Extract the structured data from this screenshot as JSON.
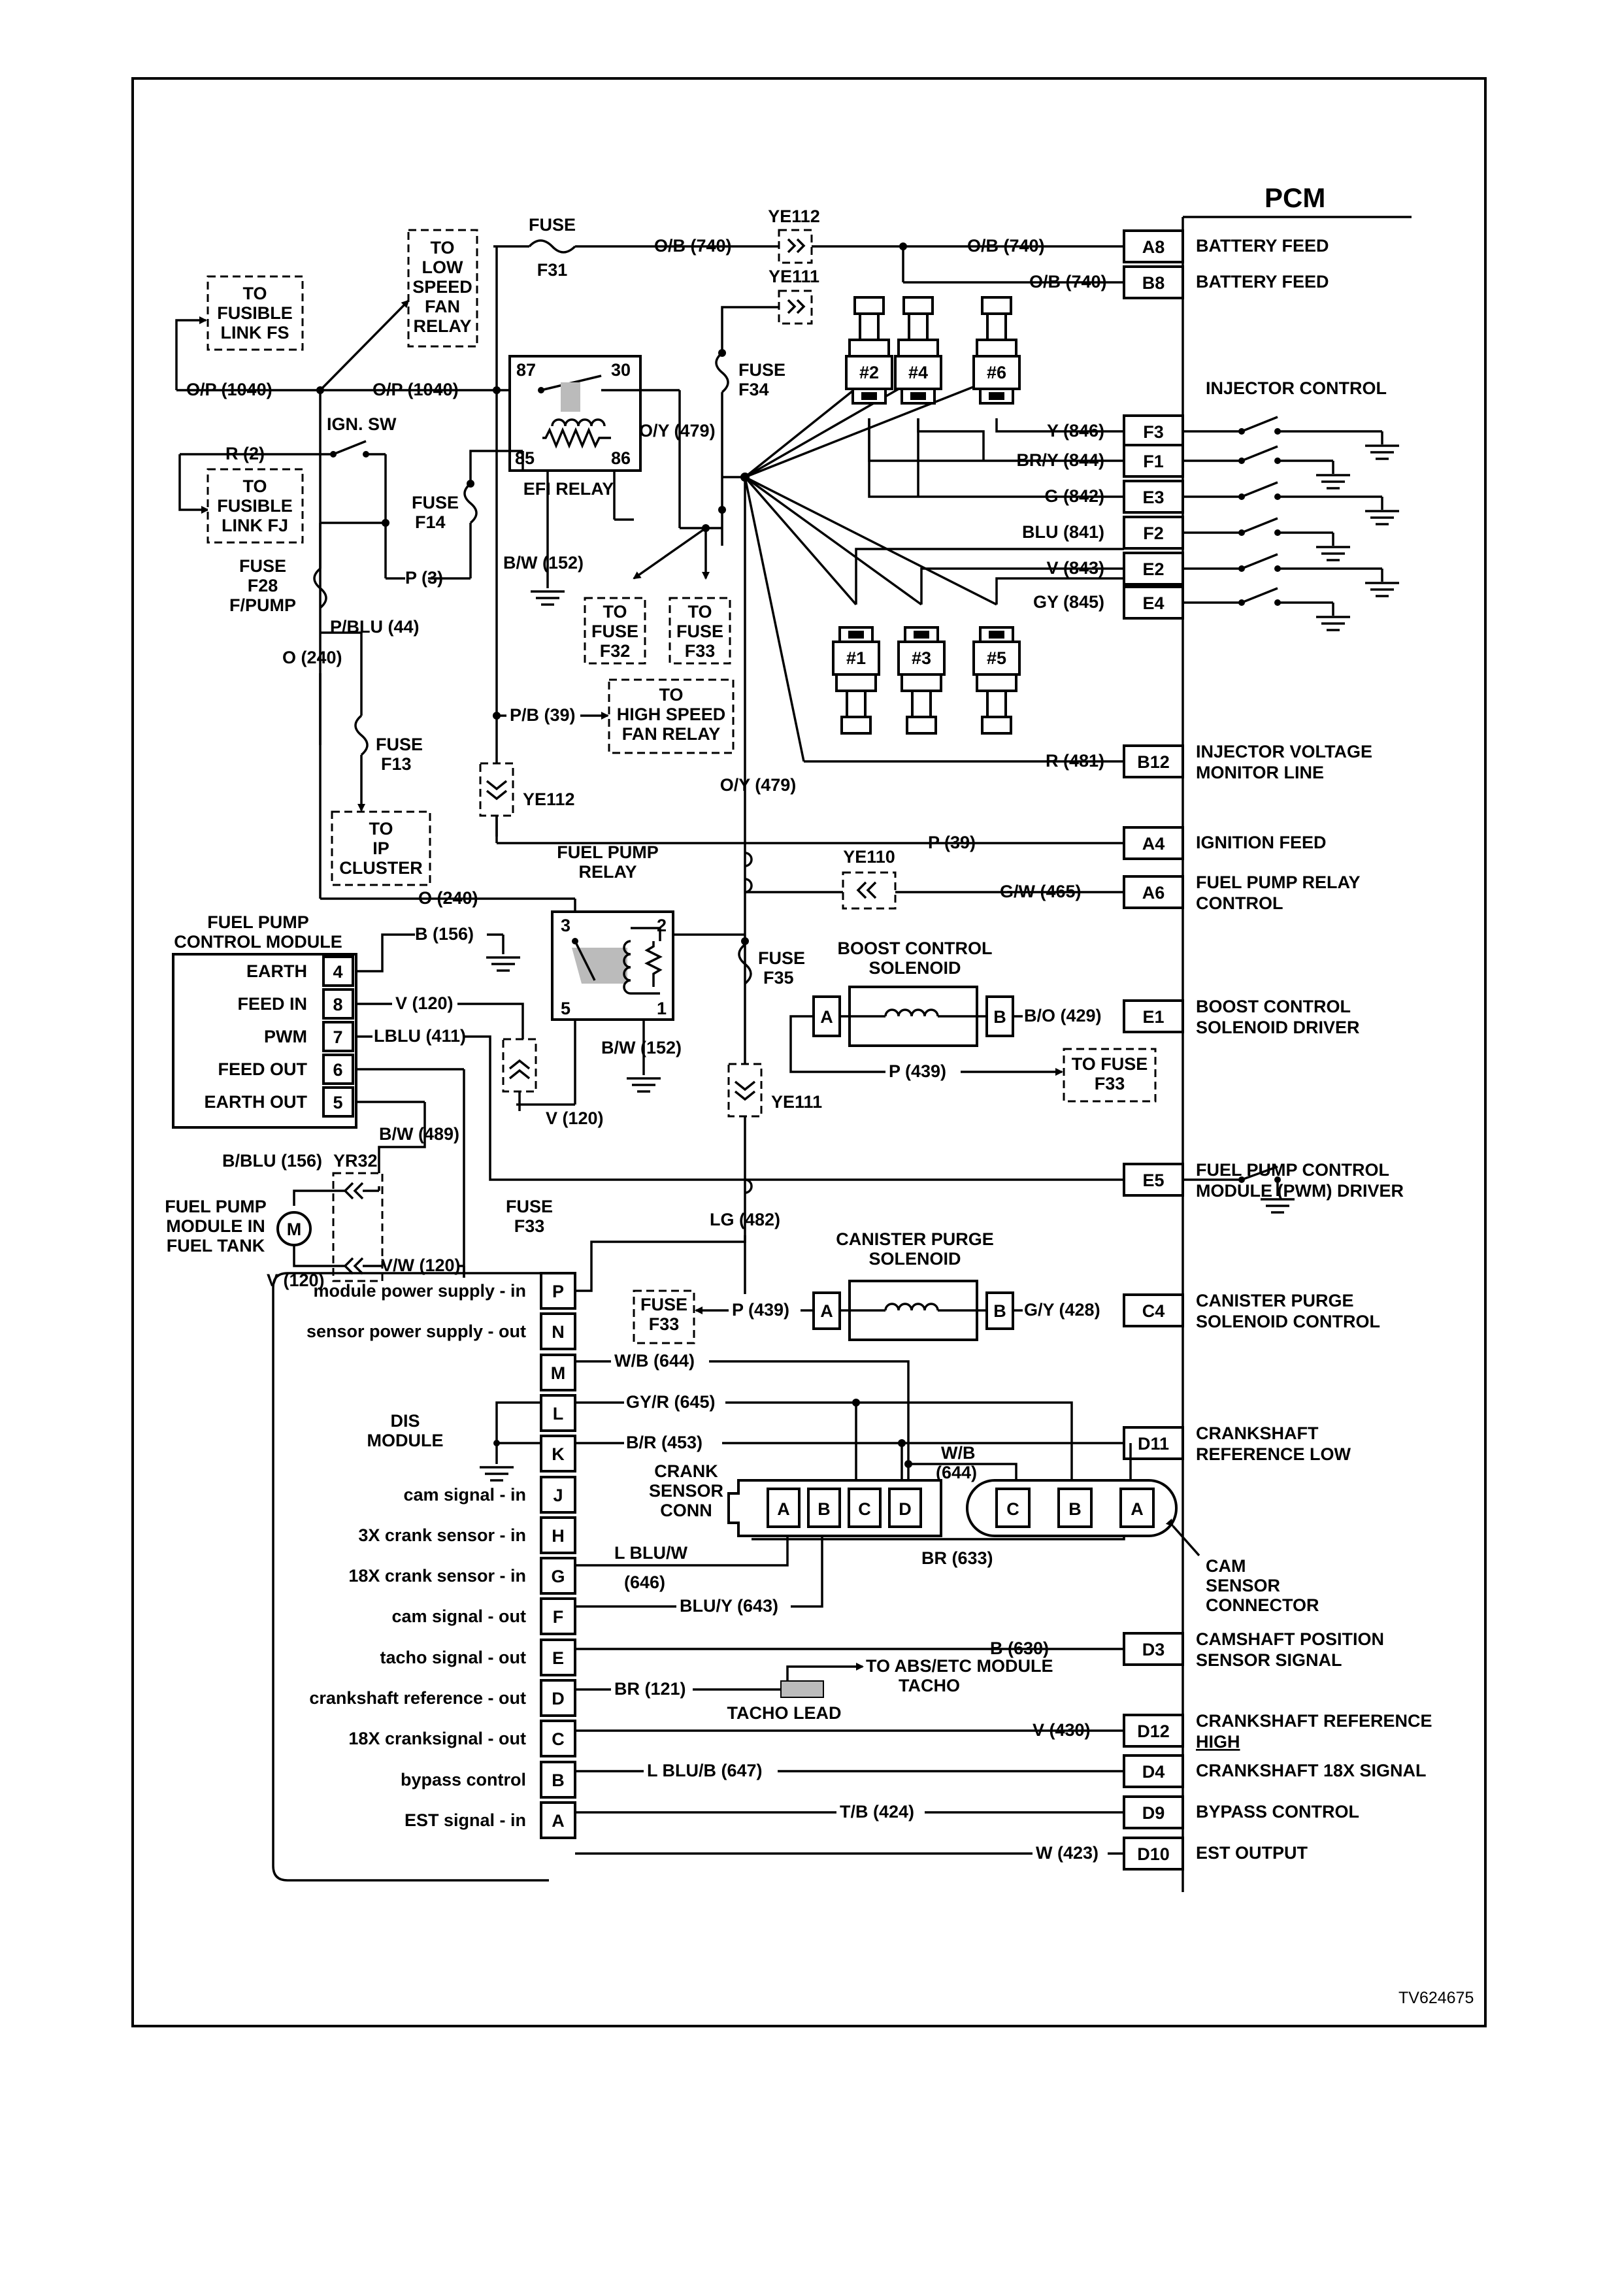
{
  "figure_id": "TV624675",
  "pcm": {
    "title": "PCM",
    "pins": [
      {
        "pin": "A8",
        "wire": "O/B (740)",
        "function": "BATTERY FEED"
      },
      {
        "pin": "B8",
        "wire": "O/B (740)",
        "function": "BATTERY FEED"
      },
      {
        "pin": "F3",
        "wire": "Y (846)",
        "function": ""
      },
      {
        "pin": "F1",
        "wire": "BR/Y (844)",
        "function": ""
      },
      {
        "pin": "E3",
        "wire": "G (842)",
        "function": ""
      },
      {
        "pin": "F2",
        "wire": "BLU (841)",
        "function": ""
      },
      {
        "pin": "E2",
        "wire": "V (843)",
        "function": ""
      },
      {
        "pin": "E4",
        "wire": "GY (845)",
        "function": ""
      },
      {
        "pin": "B12",
        "wire": "R (481)",
        "function": "INJECTOR VOLTAGE",
        "function2": "MONITOR LINE"
      },
      {
        "pin": "A4",
        "wire": "P (39)",
        "function": "IGNITION FEED"
      },
      {
        "pin": "A6",
        "wire": "G/W (465)",
        "function": "FUEL PUMP RELAY",
        "function2": "CONTROL"
      },
      {
        "pin": "E1",
        "wire": "B/O (429)",
        "function": "BOOST CONTROL",
        "function2": "SOLENOID DRIVER"
      },
      {
        "pin": "E5",
        "wire": "L BLU (411)",
        "function": "FUEL PUMP CONTROL",
        "function2": "MODULE (PWM) DRIVER"
      },
      {
        "pin": "C4",
        "wire": "G/Y (428)",
        "function": "CANISTER PURGE",
        "function2": "SOLENOID CONTROL"
      },
      {
        "pin": "D11",
        "wire": "",
        "function": "CRANKSHAFT",
        "function2": "REFERENCE LOW"
      },
      {
        "pin": "D3",
        "wire": "B (630)",
        "function": "CAMSHAFT POSITION",
        "function2": "SENSOR SIGNAL"
      },
      {
        "pin": "D12",
        "wire": "V (430)",
        "function": "CRANKSHAFT REFERENCE",
        "function2": "HIGH"
      },
      {
        "pin": "D4",
        "wire": "",
        "function": "CRANKSHAFT 18X SIGNAL"
      },
      {
        "pin": "D9",
        "wire": "T/B (424)",
        "function": "BYPASS CONTROL"
      },
      {
        "pin": "D10",
        "wire": "W (423)",
        "function": "EST OUTPUT"
      }
    ],
    "injector_control_label": "INJECTOR CONTROL"
  },
  "injectors": [
    "#2",
    "#4",
    "#6",
    "#1",
    "#3",
    "#5"
  ],
  "labels": {
    "fuse_f31": [
      "FUSE",
      "F31"
    ],
    "fuse_f34": [
      "FUSE",
      "F34"
    ],
    "fuse_f14": [
      "FUSE",
      "F14"
    ],
    "fuse_f28": [
      "FUSE",
      "F28",
      "F/PUMP"
    ],
    "fuse_f13": [
      "FUSE",
      "F13"
    ],
    "fuse_f35": [
      "FUSE",
      "F35"
    ],
    "fuse_f33_free": [
      "FUSE",
      "F33"
    ],
    "to_fusible_fs": [
      "TO",
      "FUSIBLE",
      "LINK FS"
    ],
    "to_fusible_fj": [
      "TO",
      "FUSIBLE",
      "LINK FJ"
    ],
    "to_low_fan": [
      "TO",
      "LOW",
      "SPEED",
      "FAN",
      "RELAY"
    ],
    "to_fuse_f32": [
      "TO",
      "FUSE",
      "F32"
    ],
    "to_fuse_f33": [
      "TO",
      "FUSE",
      "F33"
    ],
    "to_high_fan": [
      "TO",
      "HIGH SPEED",
      "FAN RELAY"
    ],
    "to_ip_cluster": [
      "TO",
      "IP",
      "CLUSTER"
    ],
    "to_fuse_f33b": [
      "TO FUSE",
      "F33"
    ],
    "fuse_f33_box": [
      "FUSE",
      "F33"
    ],
    "efi_relay": "EFI RELAY",
    "efi_pins": [
      "87",
      "30",
      "85",
      "86"
    ],
    "ign_sw": "IGN. SW",
    "fuel_pump_relay": [
      "FUEL PUMP",
      "RELAY"
    ],
    "fp_relay_pins": [
      "3",
      "2",
      "5",
      "1"
    ],
    "boost_solenoid": [
      "BOOST CONTROL",
      "SOLENOID"
    ],
    "canister_solenoid": [
      "CANISTER PURGE",
      "SOLENOID"
    ],
    "solenoid_pins": [
      "A",
      "B"
    ],
    "fpcm_title": [
      "FUEL PUMP",
      "CONTROL MODULE"
    ],
    "fpcm_rows": [
      {
        "name": "EARTH",
        "pin": "4"
      },
      {
        "name": "FEED IN",
        "pin": "8"
      },
      {
        "name": "PWM",
        "pin": "7"
      },
      {
        "name": "FEED OUT",
        "pin": "6"
      },
      {
        "name": "EARTH OUT",
        "pin": "5"
      }
    ],
    "fuel_pump_module": [
      "FUEL PUMP",
      "MODULE IN",
      "FUEL TANK"
    ],
    "motor": "M",
    "yr32": "YR32",
    "ye112": "YE112",
    "ye111": "YE111",
    "ye110": "YE110",
    "dis_module": [
      "DIS",
      "MODULE"
    ],
    "crank_conn": [
      "CRANK",
      "SENSOR",
      "CONN"
    ],
    "crank_pins": [
      "A",
      "B",
      "C",
      "D"
    ],
    "cam_pins": [
      "C",
      "B",
      "A"
    ],
    "cam_conn": [
      "CAM",
      "SENSOR",
      "CONNECTOR"
    ],
    "tacho_lead": "TACHO LEAD",
    "to_abs": [
      "TO ABS/ETC MODULE",
      "TACHO"
    ]
  },
  "wires": {
    "op1040a": "O/P (1040)",
    "op1040b": "O/P (1040)",
    "ob740": "O/B (740)",
    "oy479a": "O/Y (479)",
    "oy479b": "O/Y (479)",
    "r2": "R (2)",
    "p3": "P (3)",
    "bw152a": "B/W (152)",
    "bw152b": "B/W (152)",
    "pblu44": "P/BLU (44)",
    "o240a": "O (240)",
    "o240b": "O (240)",
    "pb39": "P/B (39)",
    "b156": "B (156)",
    "v120a": "V (120)",
    "v120b": "V (120)",
    "v120c": "V (120)",
    "lblu411": "LBLU (411)",
    "bw489": "B/W (489)",
    "bblu156": "B/BLU (156)",
    "vw120": "V/W (120)",
    "p439a": "P (439)",
    "p439b": "P (439)",
    "lg482": "LG (482)",
    "wb644": "W/B (644)",
    "wb644b": [
      "W/B",
      "(644)"
    ],
    "gyr645": "GY/R (645)",
    "br453": "B/R (453)",
    "lbluw646": [
      "L BLU/W",
      "(646)"
    ],
    "bluy643": "BLU/Y (643)",
    "br633": "BR (633)",
    "br121": "BR (121)",
    "lblub647": "L BLU/B (647)"
  },
  "dis_pins": [
    {
      "pin": "P",
      "signal": "module power supply - in"
    },
    {
      "pin": "N",
      "signal": "sensor power supply - out"
    },
    {
      "pin": "M",
      "signal": ""
    },
    {
      "pin": "L",
      "signal": ""
    },
    {
      "pin": "K",
      "signal": ""
    },
    {
      "pin": "J",
      "signal": "cam signal - in"
    },
    {
      "pin": "H",
      "signal": "3X crank sensor - in"
    },
    {
      "pin": "G",
      "signal": "18X crank sensor - in"
    },
    {
      "pin": "F",
      "signal": "cam signal - out"
    },
    {
      "pin": "E",
      "signal": "tacho signal - out"
    },
    {
      "pin": "D",
      "signal": "crankshaft reference - out"
    },
    {
      "pin": "C",
      "signal": "18X cranksignal - out"
    },
    {
      "pin": "B",
      "signal": "bypass control"
    },
    {
      "pin": "A",
      "signal": "EST signal - in"
    }
  ]
}
